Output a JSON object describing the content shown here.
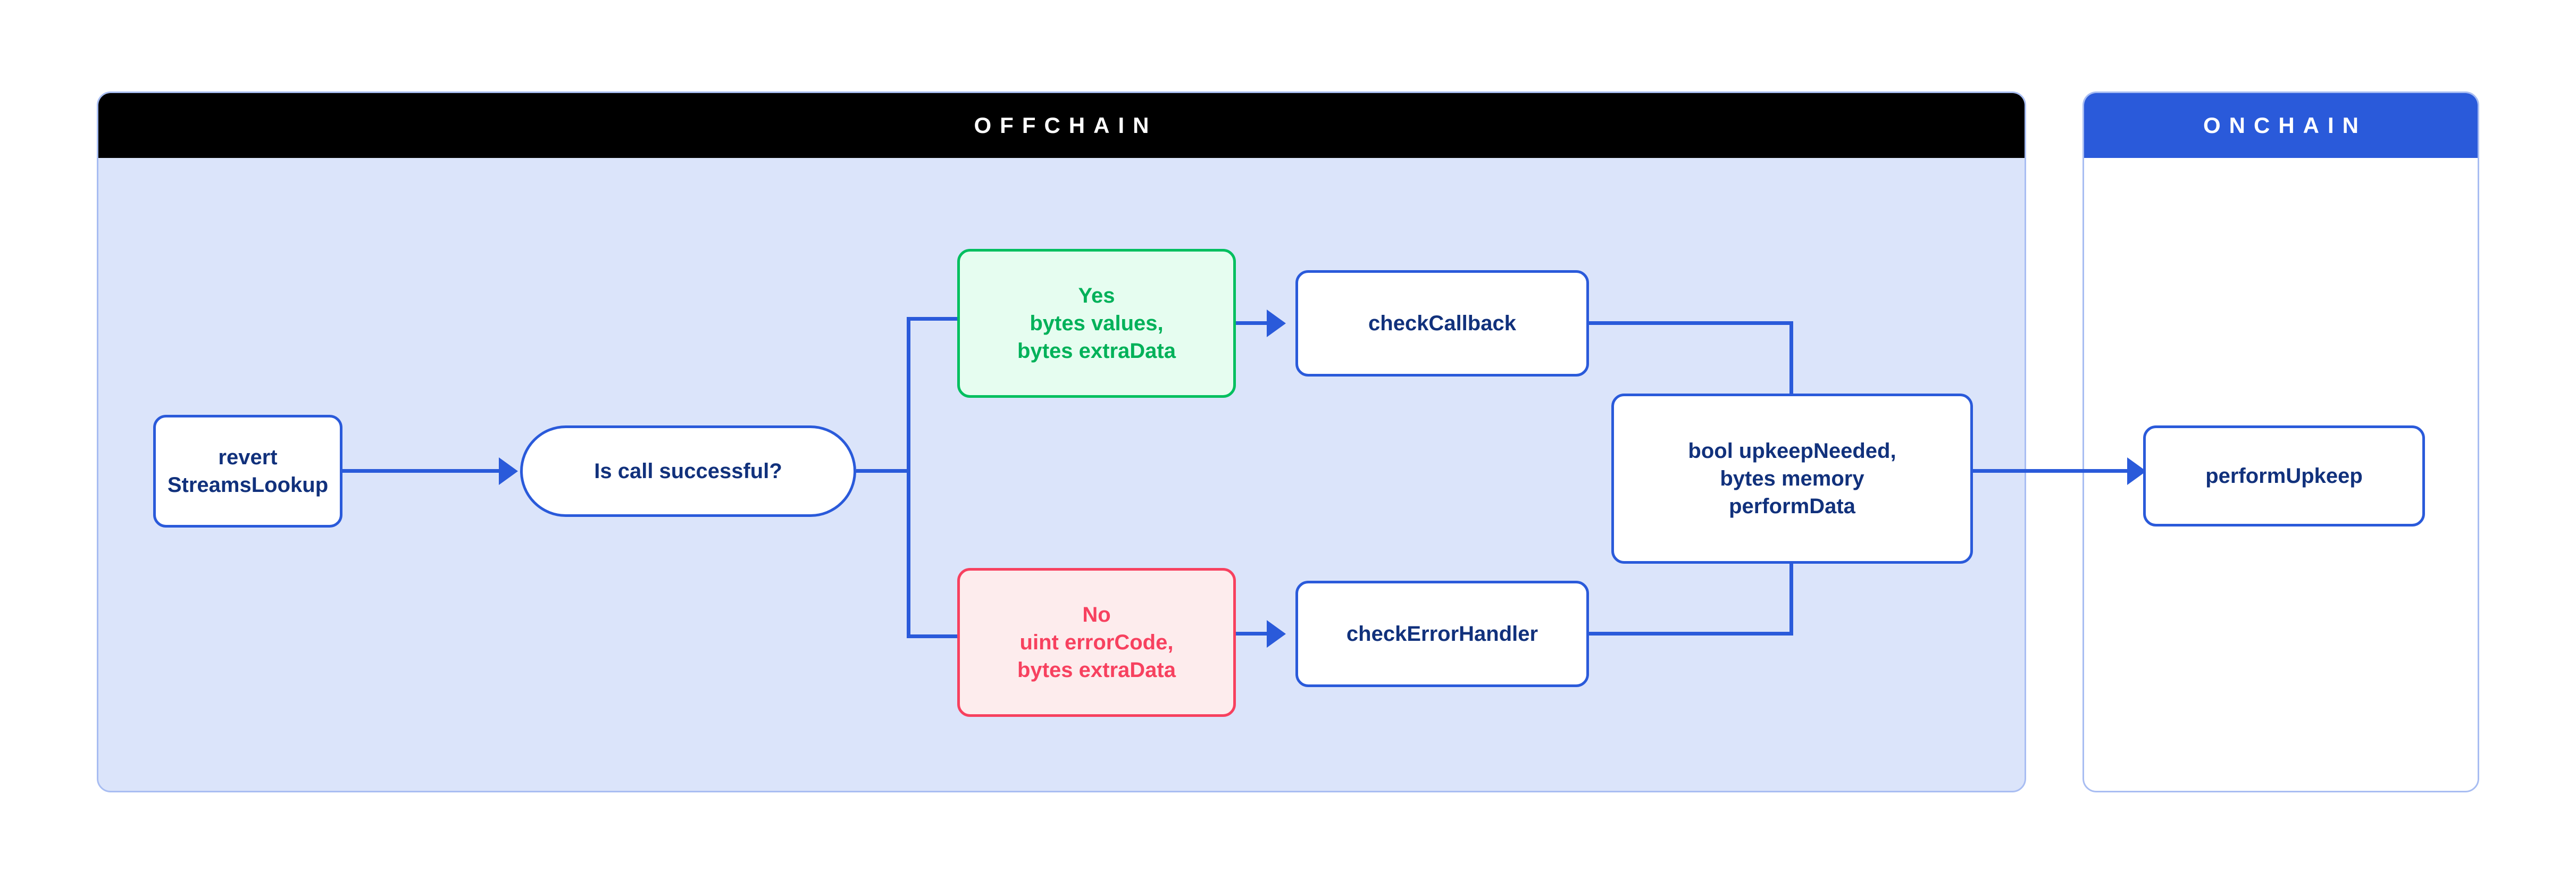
{
  "diagram": {
    "title": "Chainlink Automation StreamsLookup offchain/onchain flow",
    "colors": {
      "offchain_header_bg": "#000000",
      "offchain_panel_bg": "#dbe4fa",
      "onchain_header_bg": "#2a5ada",
      "onchain_panel_bg": "#ffffff",
      "panel_border": "#a8bdf2",
      "node_border_blue": "#2a5ada",
      "node_text_navy": "#11317c",
      "accent_green": "#00b159",
      "accent_green_bg": "#e6fdf0",
      "accent_red": "#f7415f",
      "accent_red_bg": "#fdeced",
      "connector": "#2a5ada"
    }
  },
  "panels": {
    "offchain": {
      "header": "OFFCHAIN"
    },
    "onchain": {
      "header": "ONCHAIN"
    }
  },
  "nodes": {
    "revert": {
      "label": "revert\nStreamsLookup",
      "shape": "rounded-rect",
      "style": "blue"
    },
    "decision": {
      "label": "Is call successful?",
      "shape": "pill",
      "style": "blue"
    },
    "yes": {
      "label": "Yes\nbytes values,\nbytes extraData",
      "shape": "rounded-rect",
      "style": "green"
    },
    "no": {
      "label": "No\nuint errorCode,\nbytes extraData",
      "shape": "rounded-rect",
      "style": "red"
    },
    "check_callback": {
      "label": "checkCallback",
      "shape": "rounded-rect",
      "style": "blue"
    },
    "check_error_handler": {
      "label": "checkErrorHandler",
      "shape": "rounded-rect",
      "style": "blue"
    },
    "bool_result": {
      "label": "bool upkeepNeeded,\nbytes memory\nperformData",
      "shape": "rounded-rect",
      "style": "blue"
    },
    "perform_upkeep": {
      "label": "performUpkeep",
      "shape": "rounded-rect",
      "style": "blue"
    }
  },
  "edges": [
    {
      "from": "revert",
      "to": "decision",
      "arrow": true
    },
    {
      "from": "decision",
      "to": "yes",
      "arrow": false
    },
    {
      "from": "decision",
      "to": "no",
      "arrow": false
    },
    {
      "from": "yes",
      "to": "check_callback",
      "arrow": true
    },
    {
      "from": "no",
      "to": "check_error_handler",
      "arrow": true
    },
    {
      "from": "check_callback",
      "to": "bool_result",
      "arrow": false
    },
    {
      "from": "check_error_handler",
      "to": "bool_result",
      "arrow": false
    },
    {
      "from": "bool_result",
      "to": "perform_upkeep",
      "arrow": true
    }
  ]
}
